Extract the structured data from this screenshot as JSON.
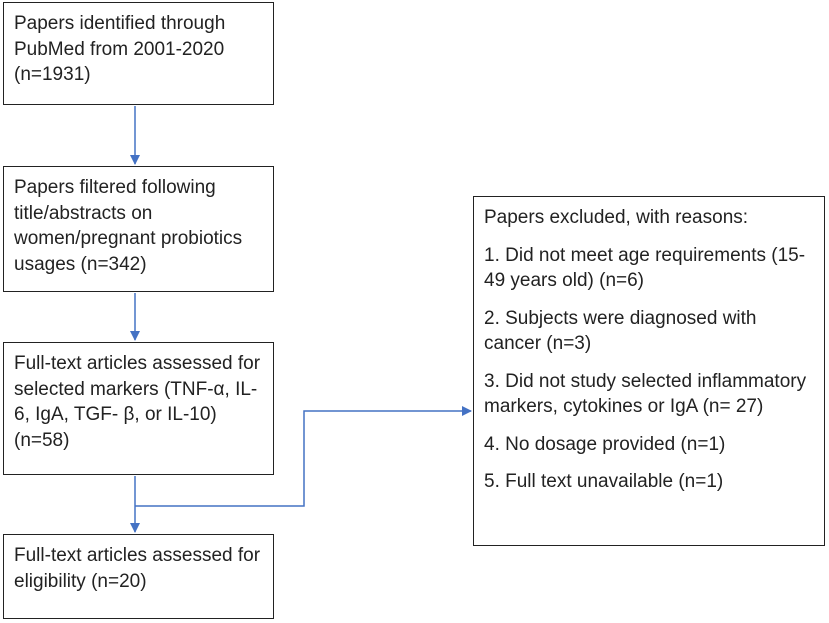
{
  "boxes": {
    "identified": "Papers identified through PubMed from 2001-2020 (n=1931)",
    "filtered": "Papers filtered following title/abstracts on women/pregnant probiotics usages (n=342)",
    "assessed_markers": "Full-text articles assessed for selected markers (TNF-α, IL-6, IgA, TGF- β, or IL-10) (n=58)",
    "assessed_eligibility": "Full-text articles assessed for eligibility (n=20)"
  },
  "excluded": {
    "heading": "Papers excluded, with reasons:",
    "reasons": [
      "1. Did not meet age requirements (15-49 years old) (n=6)",
      "2. Subjects were diagnosed with cancer (n=3)",
      "3. Did not study selected inflammatory markers, cytokines or IgA (n= 27)",
      "4. No dosage provided (n=1)",
      "5. Full text unavailable (n=1)"
    ]
  },
  "colors": {
    "arrow": "#4472c4",
    "border": "#222222"
  }
}
